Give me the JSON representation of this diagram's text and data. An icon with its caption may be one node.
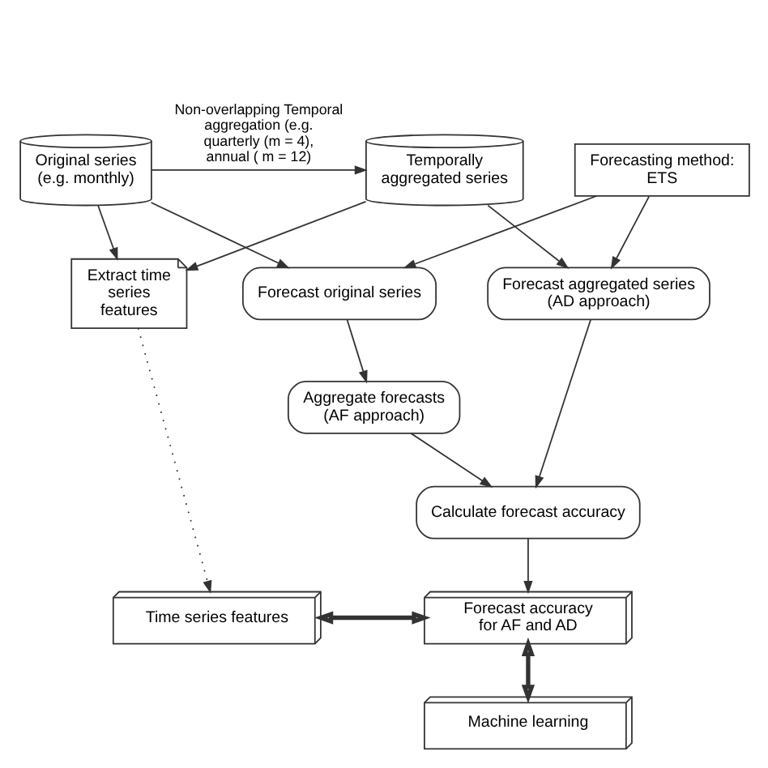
{
  "diagram": {
    "nodes": [
      {
        "text": [
          "Temporally aggregated series"
        ]
      },
      {
        "text": [
          "Original series (e.g. monthly)"
        ]
      },
      {
        "text": [
          "Extract time series features"
        ]
      },
      {
        "text": [
          "Forecasting method: ETS"
        ]
      },
      {
        "text": [
          "Forecast aggregated series (AD approach)"
        ]
      },
      {
        "text": [
          "Forecast original series"
        ]
      },
      {
        "text": [
          "Aggregate forecasts (AF approach)"
        ]
      },
      {
        "text": [
          "Calculate forecast accuracy"
        ]
      },
      {
        "text": [
          "Forecast accuracy for AF and AD"
        ]
      },
      {
        "text": [
          "Time series features"
        ]
      },
      {
        "text": [
          "Machine learning"
        ]
      }
    ],
    "edges": [
      {
        "from": 1,
        "to": 0,
        "arrow": "to",
        "label": "Non-overlapping Temporal aggregation (e.g. quarterly (m = 4), annual ( m = 12)"
      },
      {
        "from": 0,
        "to": 4,
        "arrow": "to"
      },
      {
        "from": 0,
        "to": 2,
        "arrow": "to"
      },
      {
        "from": 1,
        "to": 2,
        "arrow": "to"
      },
      {
        "from": 1,
        "to": 5,
        "arrow": "to"
      },
      {
        "from": 3,
        "to": 4,
        "arrow": "to"
      },
      {
        "from": 3,
        "to": 5,
        "arrow": "to"
      },
      {
        "from": 2,
        "to": 9,
        "arrow": "to",
        "style": "dashed"
      },
      {
        "from": 5,
        "to": 6,
        "arrow": "to"
      },
      {
        "from": 4,
        "to": 7,
        "arrow": "to"
      },
      {
        "from": 6,
        "to": 7,
        "arrow": "to"
      },
      {
        "from": 7,
        "to": 8,
        "arrow": "to"
      },
      {
        "from": 8,
        "to": 9,
        "arrow": "both",
        "style": "thick"
      },
      {
        "from": 8,
        "to": 10,
        "arrow": "both",
        "style": "thick"
      }
    ]
  }
}
